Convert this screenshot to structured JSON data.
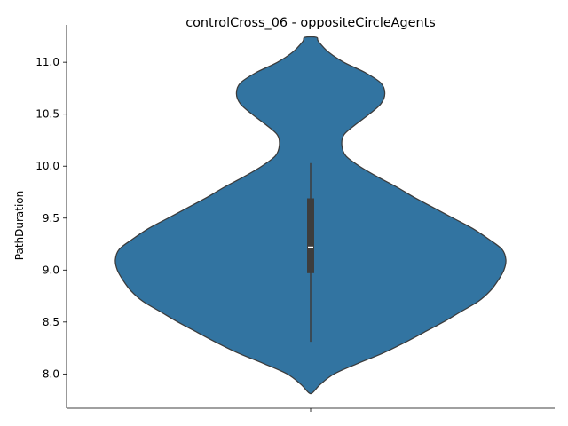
{
  "chart_data": {
    "type": "violin",
    "title": "controlCross_06 - oppositeCircleAgents",
    "xlabel": "",
    "ylabel": "PathDuration",
    "ylim": [
      7.67,
      11.36
    ],
    "yticks": [
      8.0,
      8.5,
      9.0,
      9.5,
      10.0,
      10.5,
      11.0
    ],
    "ytick_labels": [
      "8.0",
      "8.5",
      "9.0",
      "9.5",
      "10.0",
      "10.5",
      "11.0"
    ],
    "grid": false,
    "colors": {
      "fill": "#3274a1",
      "outline": "#3b3b3b",
      "box": "#3d3d3d",
      "median": "#ffffff"
    },
    "violin": {
      "profile": [
        {
          "y": 7.82,
          "w": 0.01
        },
        {
          "y": 7.9,
          "w": 0.05
        },
        {
          "y": 8.0,
          "w": 0.12
        },
        {
          "y": 8.1,
          "w": 0.24
        },
        {
          "y": 8.2,
          "w": 0.37
        },
        {
          "y": 8.3,
          "w": 0.48
        },
        {
          "y": 8.4,
          "w": 0.58
        },
        {
          "y": 8.5,
          "w": 0.68
        },
        {
          "y": 8.6,
          "w": 0.77
        },
        {
          "y": 8.7,
          "w": 0.86
        },
        {
          "y": 8.8,
          "w": 0.92
        },
        {
          "y": 8.9,
          "w": 0.96
        },
        {
          "y": 9.0,
          "w": 0.99
        },
        {
          "y": 9.1,
          "w": 1.0
        },
        {
          "y": 9.2,
          "w": 0.98
        },
        {
          "y": 9.3,
          "w": 0.91
        },
        {
          "y": 9.4,
          "w": 0.83
        },
        {
          "y": 9.5,
          "w": 0.73
        },
        {
          "y": 9.6,
          "w": 0.63
        },
        {
          "y": 9.7,
          "w": 0.53
        },
        {
          "y": 9.8,
          "w": 0.44
        },
        {
          "y": 9.9,
          "w": 0.34
        },
        {
          "y": 10.0,
          "w": 0.25
        },
        {
          "y": 10.1,
          "w": 0.18
        },
        {
          "y": 10.2,
          "w": 0.16
        },
        {
          "y": 10.3,
          "w": 0.17
        },
        {
          "y": 10.4,
          "w": 0.23
        },
        {
          "y": 10.5,
          "w": 0.3
        },
        {
          "y": 10.6,
          "w": 0.36
        },
        {
          "y": 10.7,
          "w": 0.38
        },
        {
          "y": 10.8,
          "w": 0.36
        },
        {
          "y": 10.9,
          "w": 0.28
        },
        {
          "y": 11.0,
          "w": 0.17
        },
        {
          "y": 11.1,
          "w": 0.09
        },
        {
          "y": 11.2,
          "w": 0.04
        },
        {
          "y": 11.24,
          "w": 0.03
        }
      ],
      "whisker_low": 8.31,
      "q1": 8.97,
      "median": 9.22,
      "q3": 9.69,
      "whisker_high": 10.03
    }
  }
}
